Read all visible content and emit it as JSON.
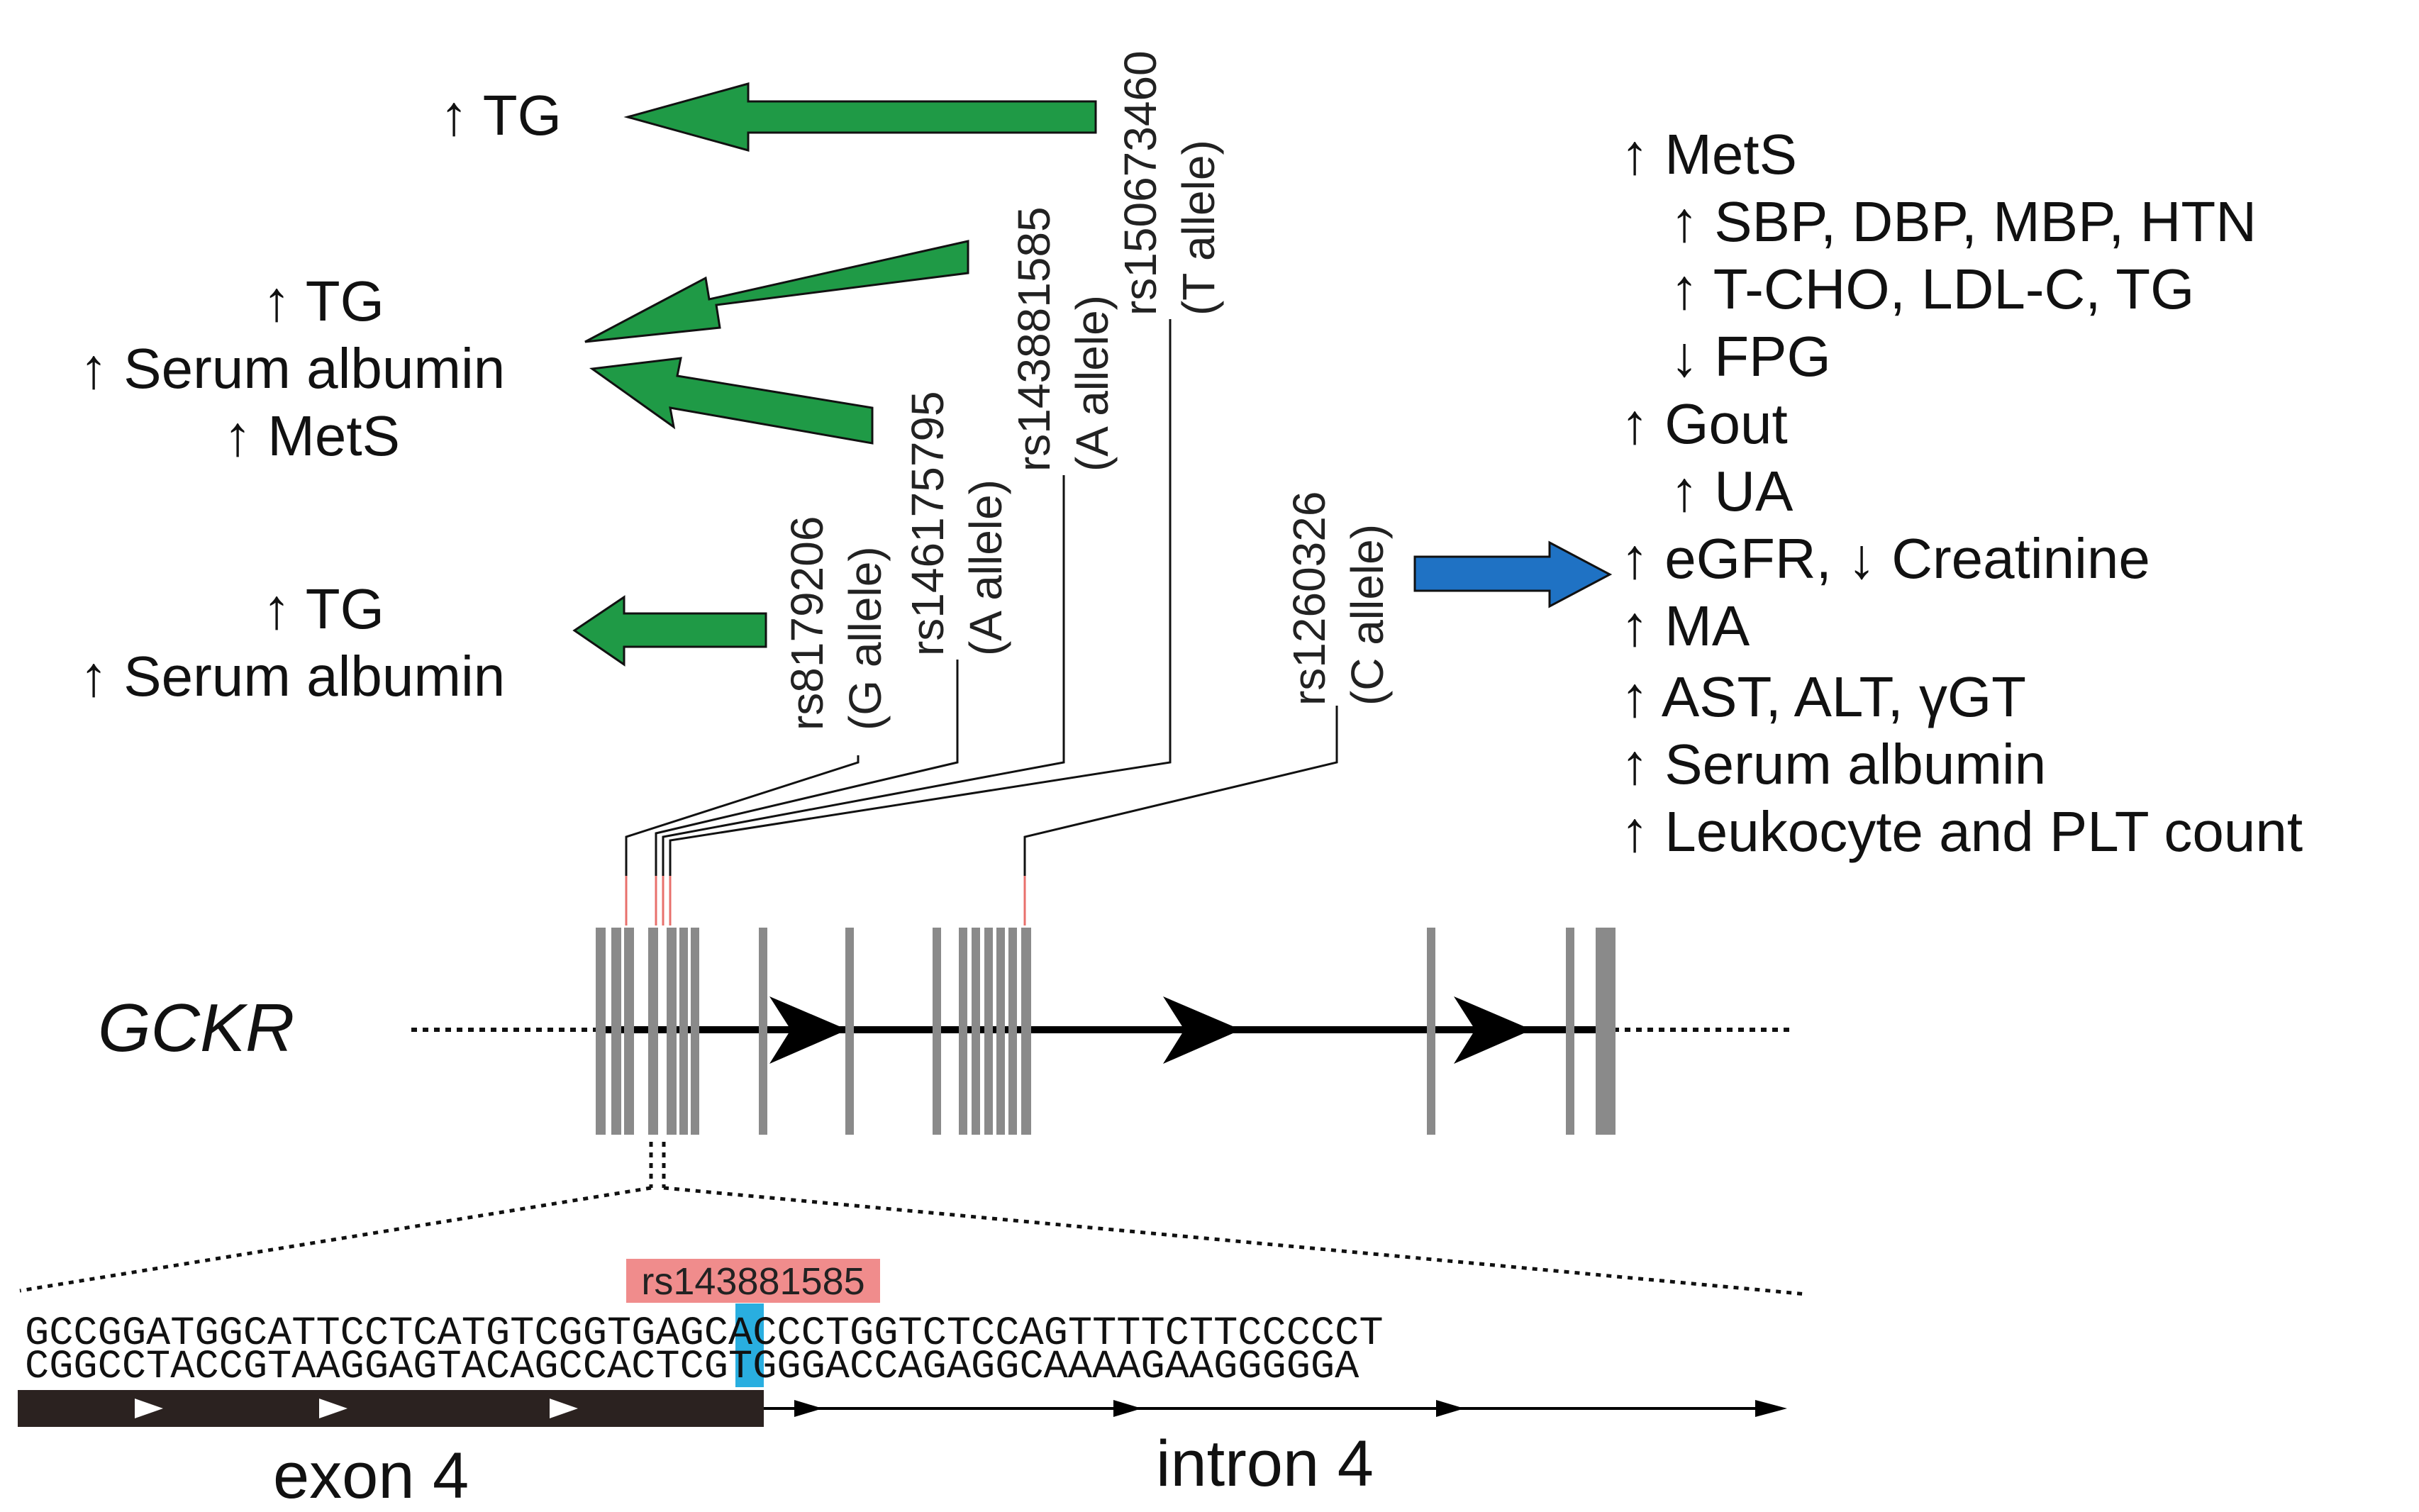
{
  "gene": {
    "name": "GCKR"
  },
  "snps": [
    {
      "id": "rs8179206",
      "allele": "(G allele)",
      "color": "#1f9a46"
    },
    {
      "id": "rs146175795",
      "allele": "(A allele)",
      "color": "#1f9a46"
    },
    {
      "id": "rs143881585",
      "allele": "(A allele)",
      "color": "#1f9a46"
    },
    {
      "id": "rs150673460",
      "allele": "(T allele)",
      "color": "#1f9a46"
    },
    {
      "id": "rs1260326",
      "allele": "(C allele)",
      "color": "#1f72c4"
    }
  ],
  "associations": {
    "group1": [
      "↑ TG"
    ],
    "group2": [
      "↑ TG",
      "↑ Serum albumin",
      "↑ MetS"
    ],
    "group3": [
      "↑ TG",
      "↑ Serum albumin"
    ],
    "rs1260326": [
      "↑ MetS",
      "↑ SBP, DBP, MBP, HTN",
      "↑ T-CHO, LDL-C, TG",
      "↓ FPG",
      "↑ Gout",
      "↑ UA",
      "↑ eGFR, ↓ Creatinine",
      "↑ MA",
      "↑ AST, ALT, γGT",
      "↑ Serum albumin",
      "↑ Leukocyte and PLT count"
    ]
  },
  "sequence": {
    "highlight_label": "rs143881585",
    "top_left": "GCCGGATGGCATTCCTCATGTC",
    "top_snp": "G",
    "top_right": "GTGAGCACCCTGGTCTCCAGTTTTCTTCCCCCT",
    "bottom_left": "CGGCCTACCGTAAGGAGTACAG",
    "bottom_snp": "C",
    "bottom_right": "CACTCGTGGGACCAGAGGCAAAAGAAGGGGGA",
    "exon_label": "exon 4",
    "intron_label": "intron 4"
  },
  "colors": {
    "green_arrow": "#1f9a46",
    "blue_arrow": "#1f72c4",
    "exon_bar": "#8a8a8a",
    "snp_marker": "#e8706c",
    "snp_highlight_label": "#f08c8c",
    "snp_highlight_base": "#29aee0",
    "exon_track": "#2b2220"
  }
}
